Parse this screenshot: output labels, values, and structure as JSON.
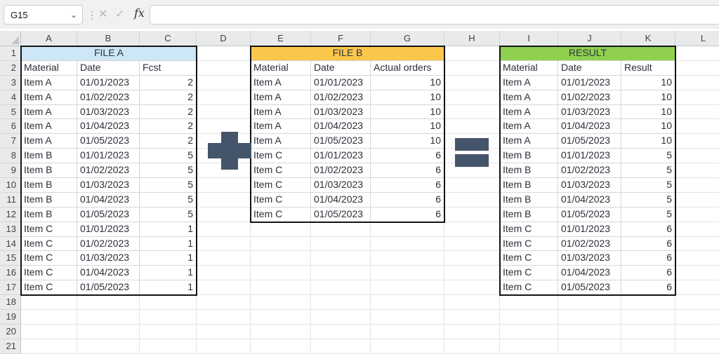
{
  "formula_bar": {
    "name_box_value": "G15",
    "formula_value": ""
  },
  "icons": {
    "chevron_down": "⌄",
    "dots": "⋮",
    "cancel": "✕",
    "check": "✓",
    "fx": "fx"
  },
  "colors": {
    "file_a_header": "#CEE7F6",
    "file_b_header": "#FCC64A",
    "result_header": "#90D04F",
    "shape": "#44546A"
  },
  "sheet": {
    "column_labels": [
      "A",
      "B",
      "C",
      "D",
      "E",
      "F",
      "G",
      "H",
      "I",
      "J",
      "K",
      "L"
    ],
    "row_labels": [
      "1",
      "2",
      "3",
      "4",
      "5",
      "6",
      "7",
      "8",
      "9",
      "10",
      "11",
      "12",
      "13",
      "14",
      "15",
      "16",
      "17",
      "18",
      "19",
      "20",
      "21"
    ]
  },
  "tables": [
    {
      "id": "file-a",
      "title": "FILE A",
      "title_bg": "#CEE7F6",
      "headers": [
        "Material",
        "Date",
        "Fcst"
      ],
      "rows": [
        [
          "Item A",
          "01/01/2023",
          2
        ],
        [
          "Item A",
          "01/02/2023",
          2
        ],
        [
          "Item A",
          "01/03/2023",
          2
        ],
        [
          "Item A",
          "01/04/2023",
          2
        ],
        [
          "Item A",
          "01/05/2023",
          2
        ],
        [
          "Item B",
          "01/01/2023",
          5
        ],
        [
          "Item B",
          "01/02/2023",
          5
        ],
        [
          "Item B",
          "01/03/2023",
          5
        ],
        [
          "Item B",
          "01/04/2023",
          5
        ],
        [
          "Item B",
          "01/05/2023",
          5
        ],
        [
          "Item C",
          "01/01/2023",
          1
        ],
        [
          "Item C",
          "01/02/2023",
          1
        ],
        [
          "Item C",
          "01/03/2023",
          1
        ],
        [
          "Item C",
          "01/04/2023",
          1
        ],
        [
          "Item C",
          "01/05/2023",
          1
        ]
      ]
    },
    {
      "id": "file-b",
      "title": "FILE B",
      "title_bg": "#FCC64A",
      "headers": [
        "Material",
        "Date",
        "Actual orders"
      ],
      "rows": [
        [
          "Item A",
          "01/01/2023",
          10
        ],
        [
          "Item A",
          "01/02/2023",
          10
        ],
        [
          "Item A",
          "01/03/2023",
          10
        ],
        [
          "Item A",
          "01/04/2023",
          10
        ],
        [
          "Item A",
          "01/05/2023",
          10
        ],
        [
          "Item C",
          "01/01/2023",
          6
        ],
        [
          "Item C",
          "01/02/2023",
          6
        ],
        [
          "Item C",
          "01/03/2023",
          6
        ],
        [
          "Item C",
          "01/04/2023",
          6
        ],
        [
          "Item C",
          "01/05/2023",
          6
        ]
      ]
    },
    {
      "id": "result",
      "title": "RESULT",
      "title_bg": "#90D04F",
      "headers": [
        "Material",
        "Date",
        "Result"
      ],
      "rows": [
        [
          "Item A",
          "01/01/2023",
          10
        ],
        [
          "Item A",
          "01/02/2023",
          10
        ],
        [
          "Item A",
          "01/03/2023",
          10
        ],
        [
          "Item A",
          "01/04/2023",
          10
        ],
        [
          "Item A",
          "01/05/2023",
          10
        ],
        [
          "Item B",
          "01/01/2023",
          5
        ],
        [
          "Item B",
          "01/02/2023",
          5
        ],
        [
          "Item B",
          "01/03/2023",
          5
        ],
        [
          "Item B",
          "01/04/2023",
          5
        ],
        [
          "Item B",
          "01/05/2023",
          5
        ],
        [
          "Item C",
          "01/01/2023",
          6
        ],
        [
          "Item C",
          "01/02/2023",
          6
        ],
        [
          "Item C",
          "01/03/2023",
          6
        ],
        [
          "Item C",
          "01/04/2023",
          6
        ],
        [
          "Item C",
          "01/05/2023",
          6
        ]
      ]
    }
  ]
}
